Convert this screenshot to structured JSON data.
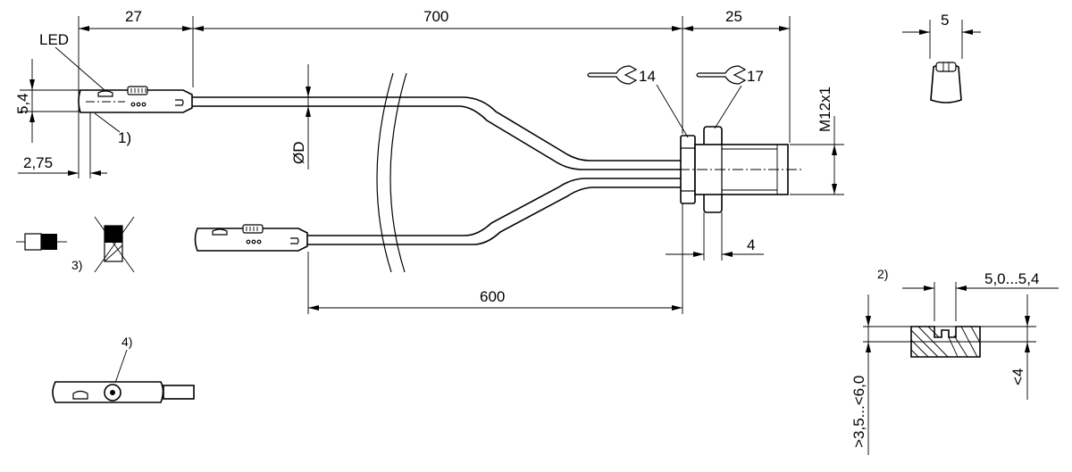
{
  "dimensions": {
    "d27": "27",
    "d700": "700",
    "d25": "25",
    "d5": "5",
    "d5_4": "5,4",
    "d2_75": "2,75",
    "phiD": "ØD",
    "wrench14": "14",
    "wrench17": "17",
    "thread": "M12x1",
    "d4": "4",
    "d600": "600",
    "slot_width": "5,0...5,4",
    "slot_depth_min": "<4",
    "slot_range": ">3,5...<6,0"
  },
  "labels": {
    "led": "LED",
    "note1": "1)",
    "note2": "2)",
    "note3": "3)",
    "note4": "4)"
  },
  "colors": {
    "line": "#000000",
    "background": "#ffffff"
  }
}
